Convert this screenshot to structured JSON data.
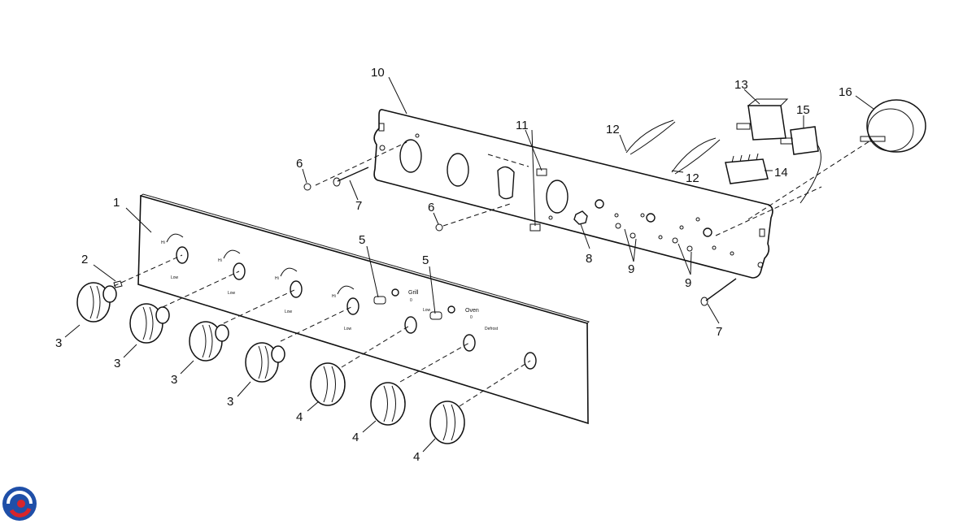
{
  "callouts": {
    "c1": "1",
    "c2": "2",
    "c3a": "3",
    "c3b": "3",
    "c3c": "3",
    "c3d": "3",
    "c4a": "4",
    "c4b": "4",
    "c4c": "4",
    "c5a": "5",
    "c5b": "5",
    "c6a": "6",
    "c6b": "6",
    "c7a": "7",
    "c7b": "7",
    "c8": "8",
    "c9a": "9",
    "c9b": "9",
    "c10": "10",
    "c11": "11",
    "c12a": "12",
    "c12b": "12",
    "c13": "13",
    "c14": "14",
    "c15": "15",
    "c16": "16"
  },
  "panel_text": {
    "grill": "Grill",
    "oven": "Oven",
    "zero": "0",
    "low": "Low",
    "hi": "Hi",
    "defrost": "Defrost"
  },
  "colors": {
    "line": "#111111",
    "logo_blue": "#1f4fa8",
    "logo_red": "#d8252b"
  }
}
